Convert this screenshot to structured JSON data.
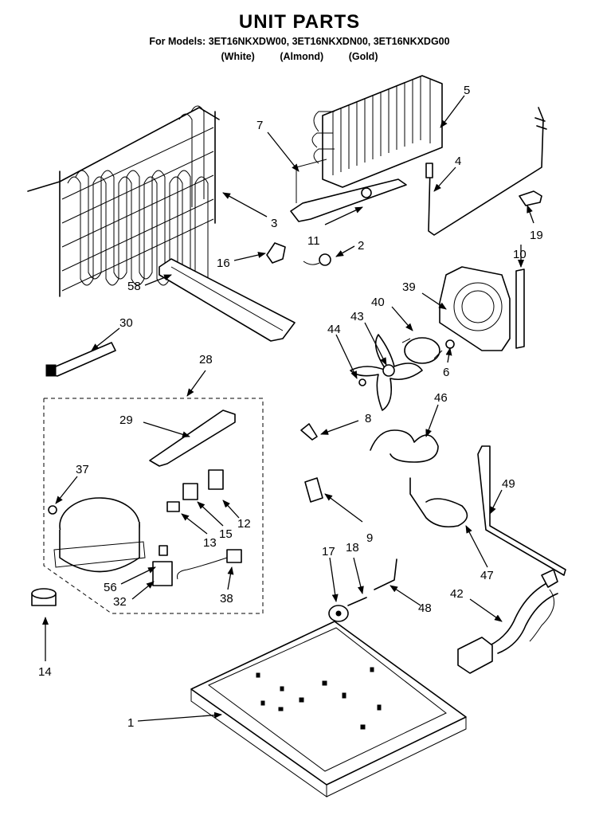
{
  "header": {
    "title": "UNIT PARTS",
    "models_line": "For Models: 3ET16NKXDW00, 3ET16NKXDN00, 3ET16NKXDG00",
    "colors": [
      "(White)",
      "(Almond)",
      "(Gold)"
    ]
  },
  "callouts": {
    "c1": "1",
    "c2": "2",
    "c3": "3",
    "c4": "4",
    "c5": "5",
    "c6": "6",
    "c7": "7",
    "c8": "8",
    "c9": "9",
    "c10": "10",
    "c11": "11",
    "c12": "12",
    "c13": "13",
    "c14": "14",
    "c15": "15",
    "c16": "16",
    "c17": "17",
    "c18": "18",
    "c19": "19",
    "c28": "28",
    "c29": "29",
    "c30": "30",
    "c32": "32",
    "c37": "37",
    "c38": "38",
    "c39": "39",
    "c40": "40",
    "c42": "42",
    "c43": "43",
    "c44": "44",
    "c46": "46",
    "c47": "47",
    "c48": "48",
    "c49": "49",
    "c56": "56",
    "c58": "58"
  }
}
